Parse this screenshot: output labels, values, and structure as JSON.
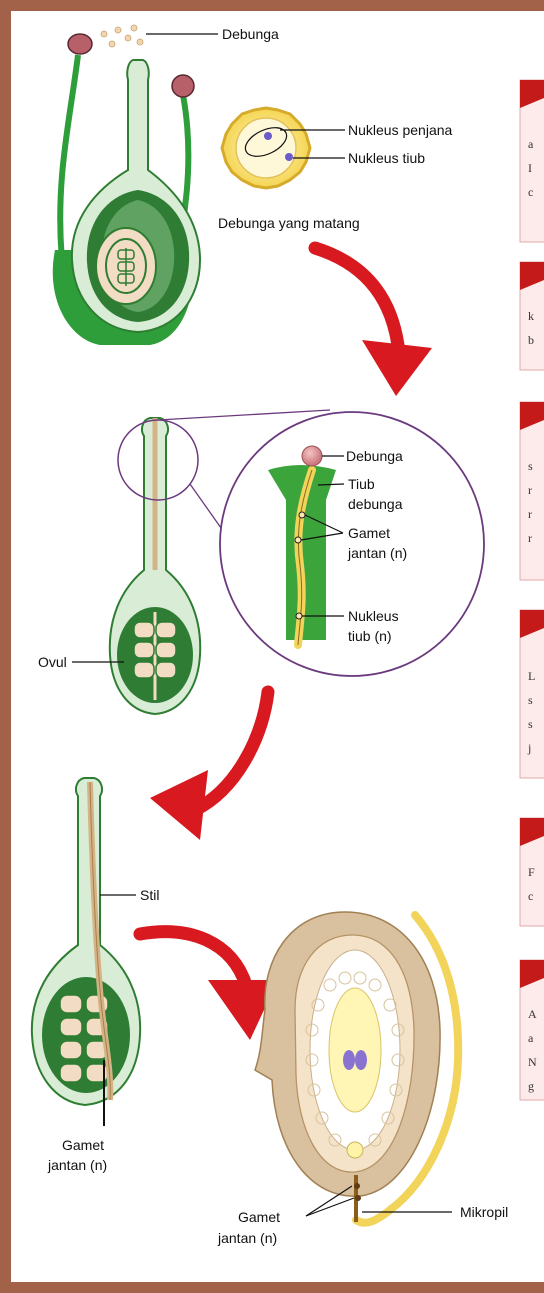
{
  "labels": {
    "debunga_top": "Debunga",
    "nukleus_penjana": "Nukleus penjana",
    "nukleus_tiub_top": "Nukleus tiub",
    "debunga_matang": "Debunga yang matang",
    "debunga_mid": "Debunga",
    "tiub_1": "Tiub",
    "tiub_2": "debunga",
    "gamet_1": "Gamet",
    "gamet_2": "jantan (n)",
    "nukleus_1": "Nukleus",
    "nukleus_2": "tiub (n)",
    "ovul": "Ovul",
    "stil": "Stil",
    "gamet_bottom_1": "Gamet",
    "gamet_bottom_2": "jantan (n)",
    "gamet_ovule_1": "Gamet",
    "gamet_ovule_2": "jantan (n)",
    "mikropil": "Mikropil"
  },
  "side_panels": [
    {
      "lines": [
        "a",
        "I",
        "c"
      ]
    },
    {
      "lines": [
        "k",
        "b"
      ]
    },
    {
      "lines": [
        "s",
        "r",
        "r",
        "r"
      ]
    },
    {
      "lines": [
        "L",
        "s",
        "s",
        "j"
      ]
    },
    {
      "lines": [
        "F",
        "c"
      ]
    },
    {
      "lines": [
        "A",
        "a",
        "N",
        "g"
      ]
    }
  ],
  "colors": {
    "frame": "#a2624a",
    "dark_green": "#2e7d32",
    "bright_green": "#2e9e3a",
    "light_green": "#d8ecd6",
    "tan": "#f3dcc4",
    "arrow_red": "#d8191f",
    "panel_red": "#c41a1a"
  }
}
